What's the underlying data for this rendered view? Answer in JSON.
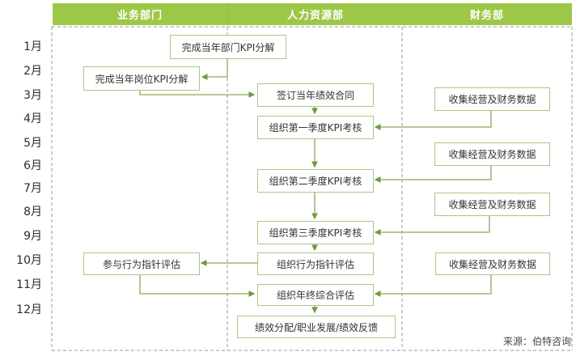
{
  "colors": {
    "header_green": "#9DC847",
    "box_border": "#AFC489",
    "arrow_line": "#8CA65A",
    "arrow_head": "#6E9A40",
    "lane_dash": "#9a9a9a",
    "text_dark": "#333333"
  },
  "header": {
    "lanes": [
      {
        "label": "业务部门"
      },
      {
        "label": "人力资源部"
      },
      {
        "label": "财务部"
      }
    ]
  },
  "timeline": {
    "months": [
      "1月",
      "2月",
      "3月",
      "4月",
      "5月",
      "6月",
      "7月",
      "8月",
      "9月",
      "10月",
      "11月",
      "12月"
    ]
  },
  "boxes": [
    {
      "id": "dept-kpi",
      "label": "完成当年部门KPI分解"
    },
    {
      "id": "pos-kpi",
      "label": "完成当年岗位KPI分解"
    },
    {
      "id": "contract",
      "label": "签订当年绩效合同"
    },
    {
      "id": "q1-kpi",
      "label": "组织第一季度KPI考核"
    },
    {
      "id": "fin-data-1",
      "label": "收集经营及财务数据"
    },
    {
      "id": "fin-data-2",
      "label": "收集经营及财务数据"
    },
    {
      "id": "q2-kpi",
      "label": "组织第二季度KPI考核"
    },
    {
      "id": "fin-data-3",
      "label": "收集经营及财务数据"
    },
    {
      "id": "q3-kpi",
      "label": "组织第三季度KPI考核"
    },
    {
      "id": "behavior-org",
      "label": "组织行为指针评估"
    },
    {
      "id": "behavior-join",
      "label": "参与行为指针评估"
    },
    {
      "id": "fin-data-4",
      "label": "收集经营及财务数据"
    },
    {
      "id": "yearend-eval",
      "label": "组织年终综合评估"
    },
    {
      "id": "final-feedback",
      "label": "绩效分配/职业发展/绩效反馈"
    }
  ],
  "source_note": "来源：伯特咨询"
}
